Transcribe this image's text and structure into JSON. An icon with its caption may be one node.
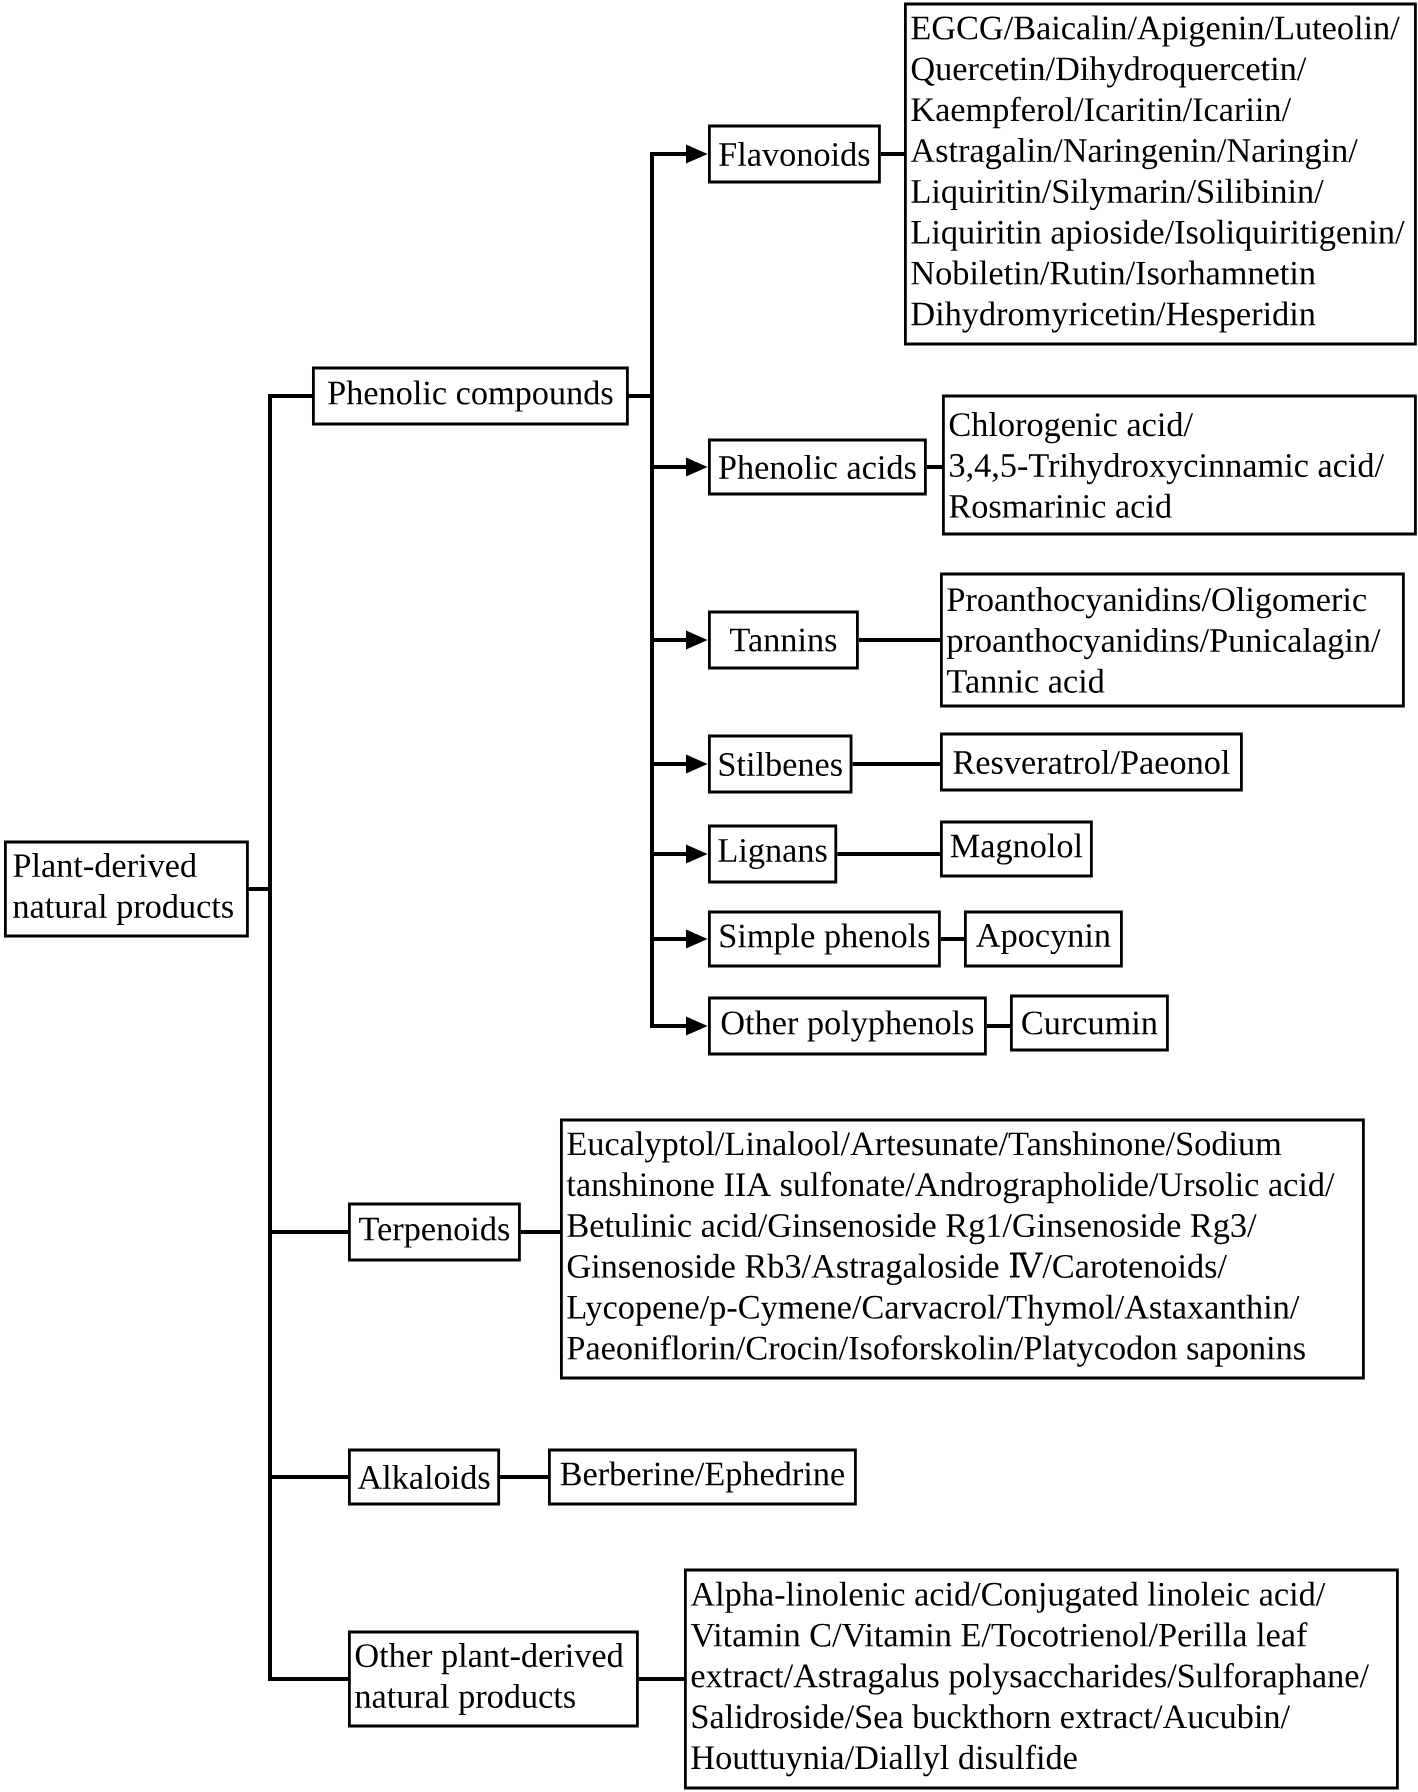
{
  "diagram": {
    "nodes": [
      {
        "text": [
          "Plant-derived natural products"
        ]
      },
      {
        "text": [
          "Phenolic compounds"
        ]
      },
      {
        "text": [
          "Flavonoids"
        ]
      },
      {
        "text": [
          "EGCG/Baicalin/Apigenin/Luteolin/ Quercetin/Dihydroquercetin/ Kaempferol/Icaritin/Icariin/ Astragalin/Naringenin/Naringin/ Liquiritin/Silymarin/Silibinin/ Liquiritin apioside/Isoliquiritigenin/ Nobiletin/Rutin/Isorhamnetin Dihydromyricetin/Hesperidin"
        ]
      },
      {
        "text": [
          "Phenolic acids"
        ]
      },
      {
        "text": [
          "Chlorogenic acid/ 3,4,5-Trihydroxycinnamic acid/ Rosmarinic acid"
        ]
      },
      {
        "text": [
          "Tannins"
        ]
      },
      {
        "text": [
          "Proanthocyanidins/Oligomeric proanthocyanidins/Punicalagin/ Tannic acid"
        ]
      },
      {
        "text": [
          "Stilbenes"
        ]
      },
      {
        "text": [
          "Resveratrol/Paeonol"
        ]
      },
      {
        "text": [
          "Lignans"
        ]
      },
      {
        "text": [
          "Magnolol"
        ]
      },
      {
        "text": [
          "Simple phenols"
        ]
      },
      {
        "text": [
          "Apocynin"
        ]
      },
      {
        "text": [
          "Other polyphenols"
        ]
      },
      {
        "text": [
          "Curcumin"
        ]
      },
      {
        "text": [
          "Terpenoids"
        ]
      },
      {
        "text": [
          "Eucalyptol/Linalool/Artesunate/Tanshinone/Sodium tanshinone IIA sulfonate/Andrographolide/Ursolic acid/ Betulinic acid/Ginsenoside Rg1/Ginsenoside Rg3/ Ginsenoside Rb3/Astragaloside Ⅳ/Carotenoids/ Lycopene/p-Cymene/Carvacrol/Thymol/Astaxanthin/ Paeoniflorin/Crocin/Isoforskolin/Platycodon saponins"
        ]
      },
      {
        "text": [
          "Alkaloids"
        ]
      },
      {
        "text": [
          "Berberine/Ephedrine"
        ]
      },
      {
        "text": [
          "Other plant-derived natural products"
        ]
      },
      {
        "text": [
          "Alpha-linolenic acid/Conjugated linoleic acid/ Vitamin C/Vitamin E/Tocotrienol/Perilla leaf extract/Astragalus polysaccharides/Sulforaphane/ Salidroside/Sea buckthorn extract/Aucubin/ Houttuynia/Diallyl disulfide"
        ]
      }
    ],
    "edges": [
      {
        "from": 0,
        "to": 1,
        "arrow": "none"
      },
      {
        "from": 0,
        "to": 16,
        "arrow": "none"
      },
      {
        "from": 0,
        "to": 18,
        "arrow": "none"
      },
      {
        "from": 0,
        "to": 20,
        "arrow": "none"
      },
      {
        "from": 1,
        "to": 2,
        "arrow": "to"
      },
      {
        "from": 1,
        "to": 4,
        "arrow": "to"
      },
      {
        "from": 1,
        "to": 6,
        "arrow": "to"
      },
      {
        "from": 1,
        "to": 8,
        "arrow": "to"
      },
      {
        "from": 1,
        "to": 10,
        "arrow": "to"
      },
      {
        "from": 1,
        "to": 12,
        "arrow": "to"
      },
      {
        "from": 1,
        "to": 14,
        "arrow": "to"
      },
      {
        "from": 2,
        "to": 3,
        "arrow": "none"
      },
      {
        "from": 4,
        "to": 5,
        "arrow": "none"
      },
      {
        "from": 6,
        "to": 7,
        "arrow": "none"
      },
      {
        "from": 8,
        "to": 9,
        "arrow": "none"
      },
      {
        "from": 10,
        "to": 11,
        "arrow": "none"
      },
      {
        "from": 12,
        "to": 13,
        "arrow": "none"
      },
      {
        "from": 14,
        "to": 15,
        "arrow": "none"
      },
      {
        "from": 16,
        "to": 17,
        "arrow": "none"
      },
      {
        "from": 18,
        "to": 19,
        "arrow": "none"
      },
      {
        "from": 20,
        "to": 21,
        "arrow": "none"
      }
    ]
  }
}
